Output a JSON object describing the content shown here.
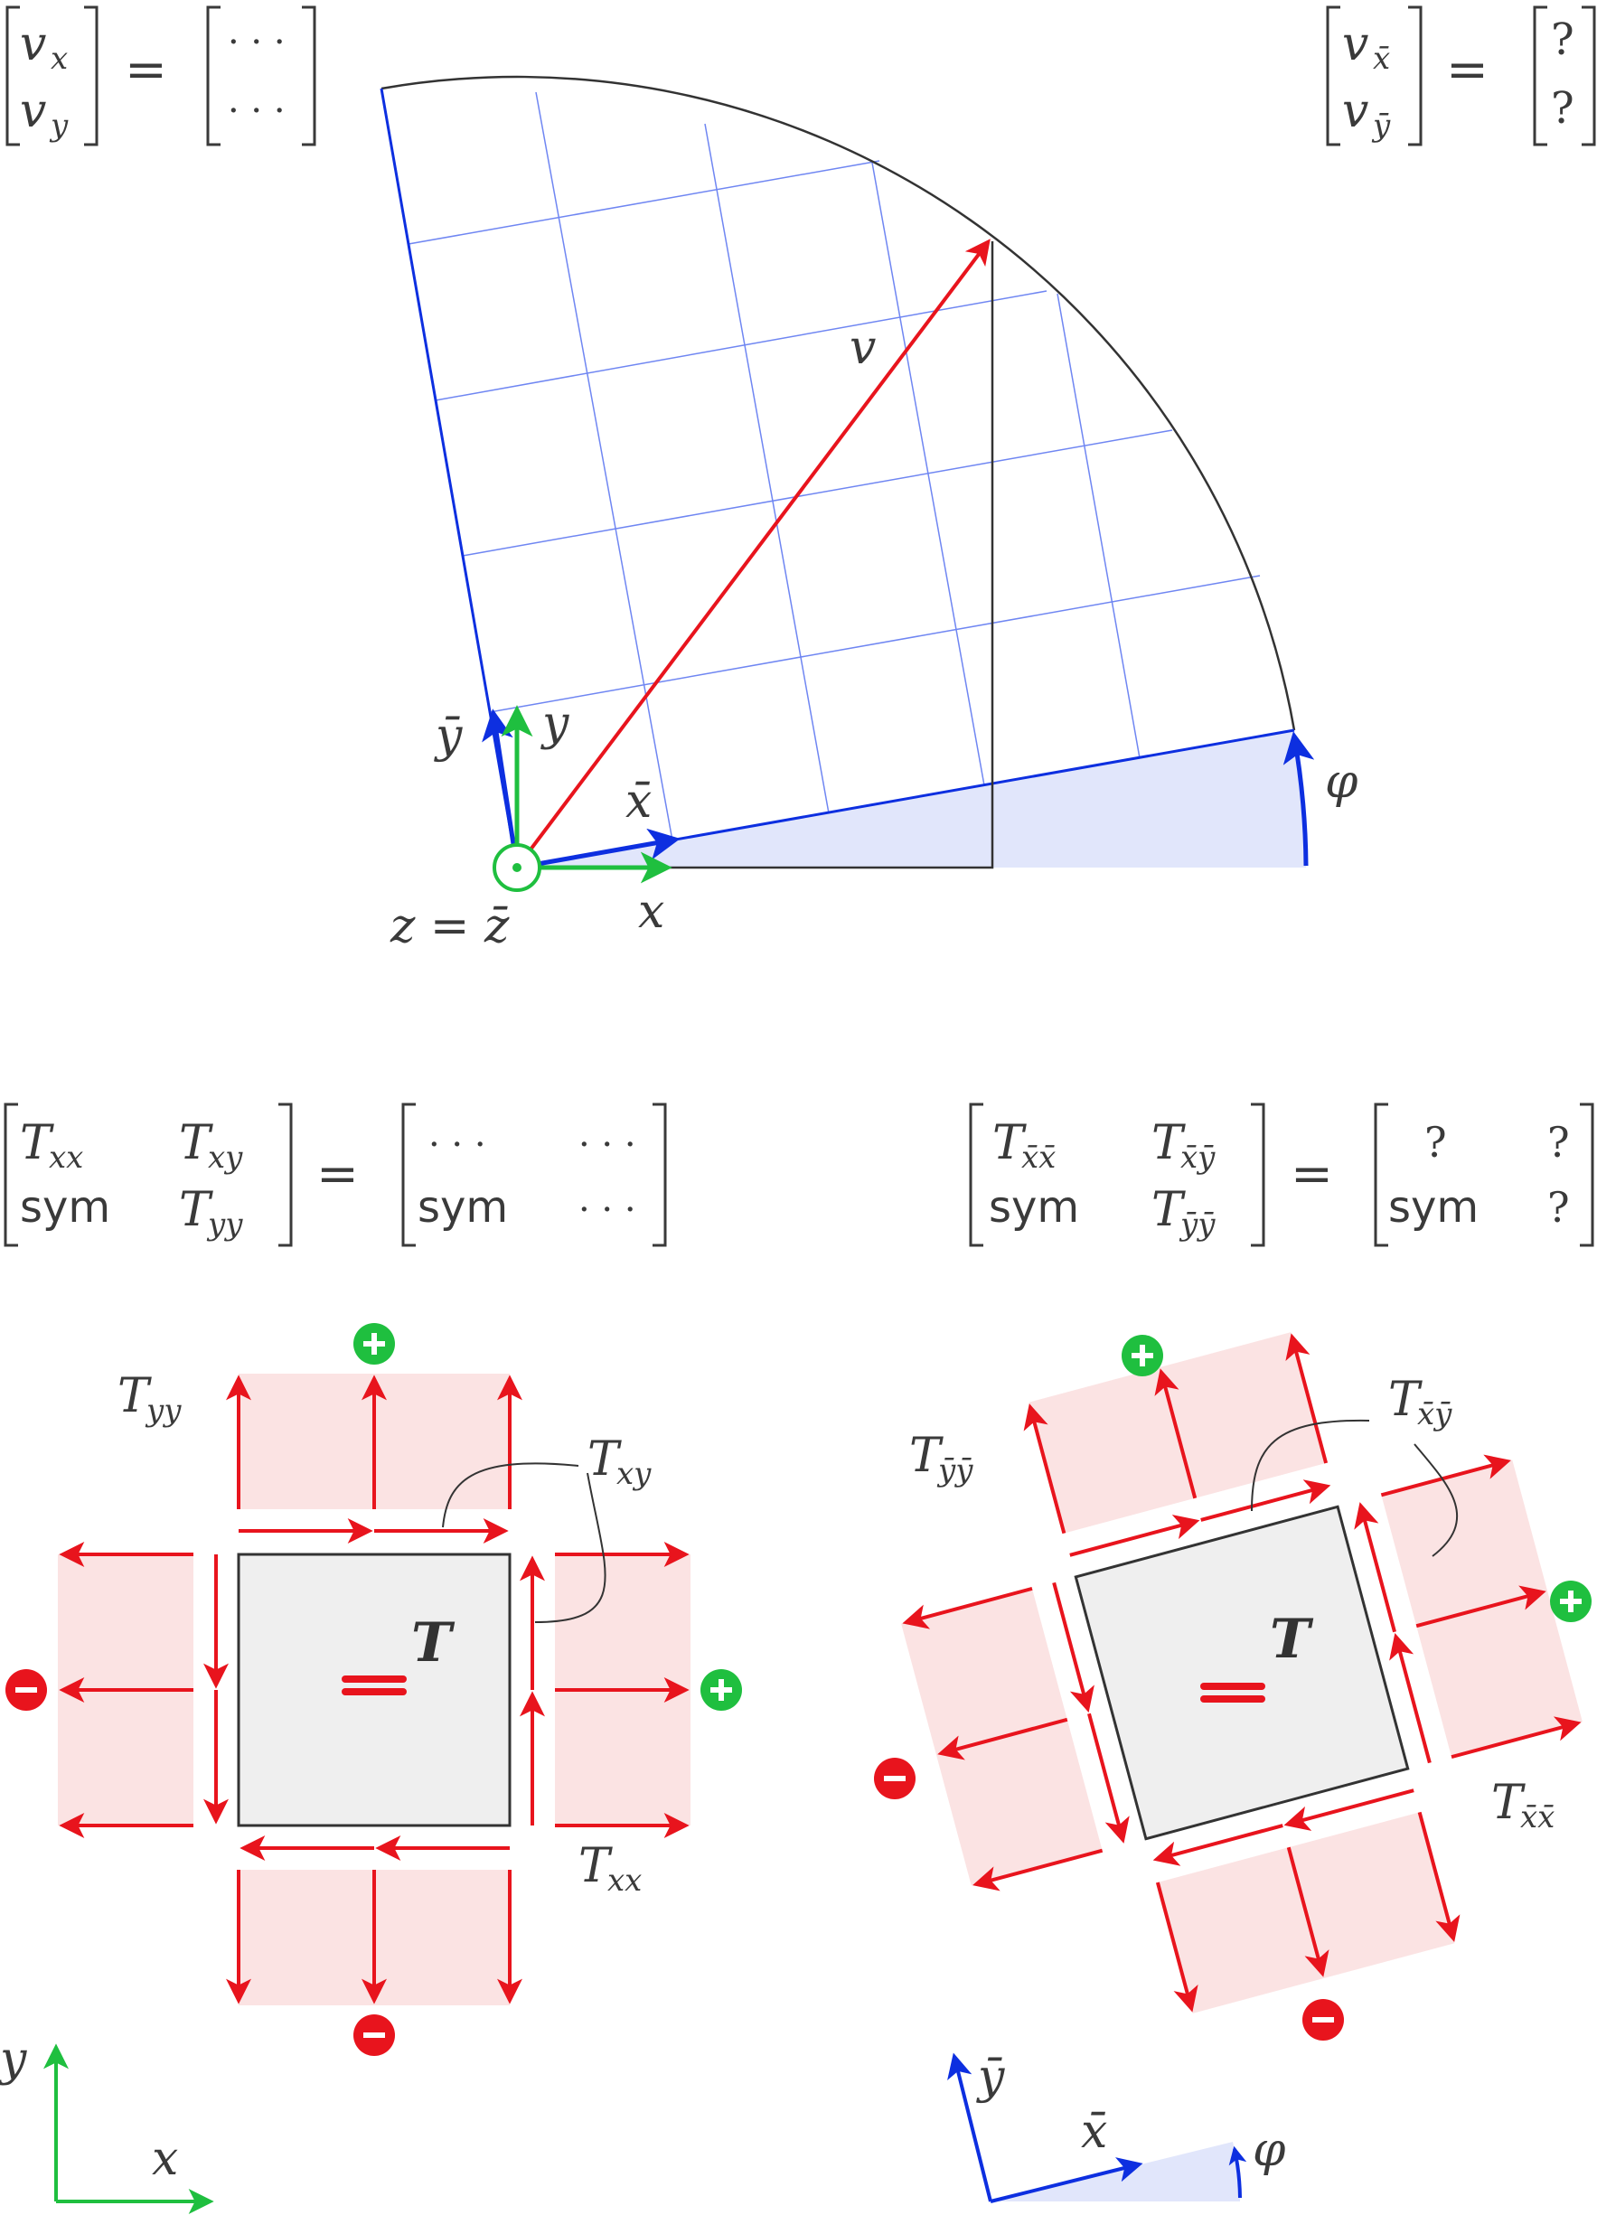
{
  "top": {
    "left_vector": {
      "components": [
        "v",
        "v"
      ],
      "subscripts": [
        "x",
        "y"
      ],
      "equals": "=",
      "values": [
        "· · ·",
        "· · ·"
      ]
    },
    "right_vector": {
      "components": [
        "v",
        "v"
      ],
      "subscripts": [
        "x̄",
        "ȳ"
      ],
      "equals": "=",
      "values": [
        "?",
        "?"
      ]
    },
    "labels": {
      "v": "v",
      "y_bar": "ȳ",
      "y": "y",
      "x_bar": "x̄",
      "x": "x",
      "z": "z = z̄",
      "phi": "φ"
    }
  },
  "middle": {
    "left_matrix": {
      "T": "T",
      "sub_xx": "xx",
      "sub_xy": "xy",
      "sub_yy": "yy",
      "sym": "sym",
      "equals": "=",
      "dots": "· · ·"
    },
    "right_matrix": {
      "T": "T",
      "sub_xx": "x̄x̄",
      "sub_xy": "x̄ȳ",
      "sub_yy": "ȳȳ",
      "sym": "sym",
      "equals": "=",
      "q": "?"
    }
  },
  "bottom_left": {
    "labels": {
      "Tyy": "T",
      "Tyy_sub": "yy",
      "Txy": "T",
      "Txy_sub": "xy",
      "Txx": "T",
      "Txx_sub": "xx",
      "bold_T": "T",
      "axis_x": "x",
      "axis_y": "y"
    },
    "signs": {
      "plus": "+",
      "minus": "−"
    }
  },
  "bottom_right": {
    "labels": {
      "Tyy": "T",
      "Tyy_sub": "ȳȳ",
      "Txy": "T",
      "Txy_sub": "x̄ȳ",
      "Txx": "T",
      "Txx_sub": "x̄x̄",
      "bold_T": "T",
      "axis_x": "x̄",
      "axis_y": "ȳ",
      "phi": "φ"
    },
    "signs": {
      "plus": "+",
      "minus": "−"
    }
  },
  "colors": {
    "red": "#e8141d",
    "green": "#1fbf3f",
    "blue": "#0d2fe0",
    "grid": "#6f86f2",
    "phi_fill": "#e1e6fb",
    "pink": "#fbe3e3",
    "gray_fill": "#efefef",
    "dark": "#333333"
  }
}
